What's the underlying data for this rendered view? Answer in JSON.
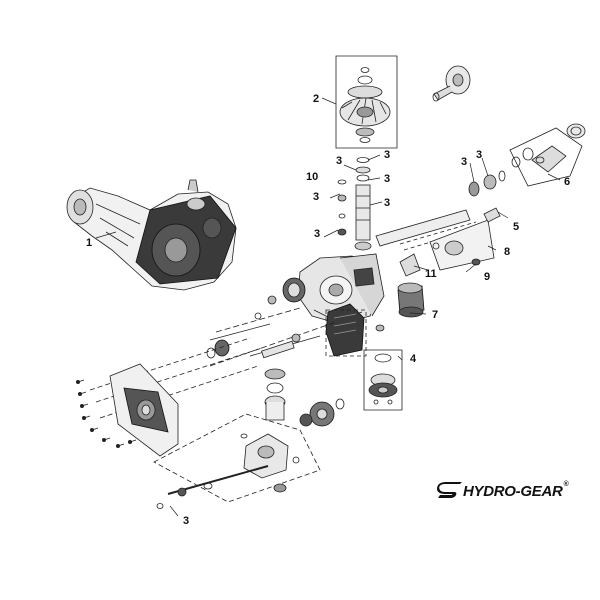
{
  "callouts": [
    {
      "id": "c1",
      "text": "1"
    },
    {
      "id": "c2",
      "text": "2"
    },
    {
      "id": "c3a",
      "text": "3"
    },
    {
      "id": "c3b",
      "text": "3"
    },
    {
      "id": "c3c",
      "text": "3"
    },
    {
      "id": "c3d",
      "text": "3"
    },
    {
      "id": "c3e",
      "text": "3"
    },
    {
      "id": "c3f",
      "text": "3"
    },
    {
      "id": "c3g",
      "text": "3"
    },
    {
      "id": "c3h",
      "text": "3"
    },
    {
      "id": "c3i",
      "text": "3"
    },
    {
      "id": "c4",
      "text": "4"
    },
    {
      "id": "c5",
      "text": "5"
    },
    {
      "id": "c6",
      "text": "6"
    },
    {
      "id": "c7",
      "text": "7"
    },
    {
      "id": "c8",
      "text": "8"
    },
    {
      "id": "c9",
      "text": "9"
    },
    {
      "id": "c10",
      "text": "10"
    },
    {
      "id": "c11",
      "text": "11"
    }
  ],
  "logo": {
    "text": "HYDRO-GEAR",
    "mark": "®"
  }
}
